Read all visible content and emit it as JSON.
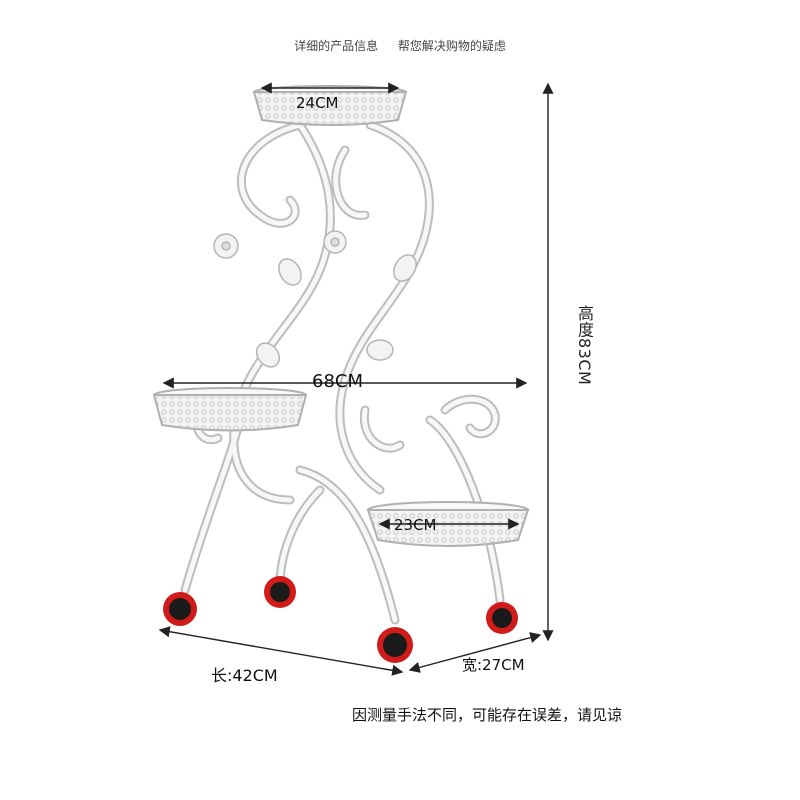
{
  "header": {
    "left_text": "详细的产品信息",
    "right_text": "帮您解决购物的疑虑"
  },
  "dimensions": {
    "top_tray": "24CM",
    "middle_width": "68CM",
    "bottom_tray": "23CM",
    "length": "长:42CM",
    "width": "宽:27CM",
    "height": "高度83CM"
  },
  "note": "因测量手法不同，可能存在误差，请见谅",
  "colors": {
    "frame": "#f2f2f2",
    "frame_outline": "#b9b9b9",
    "wheel": "#1a1a1a",
    "wheel_rim": "#d11a1a",
    "arrow": "#222222"
  }
}
